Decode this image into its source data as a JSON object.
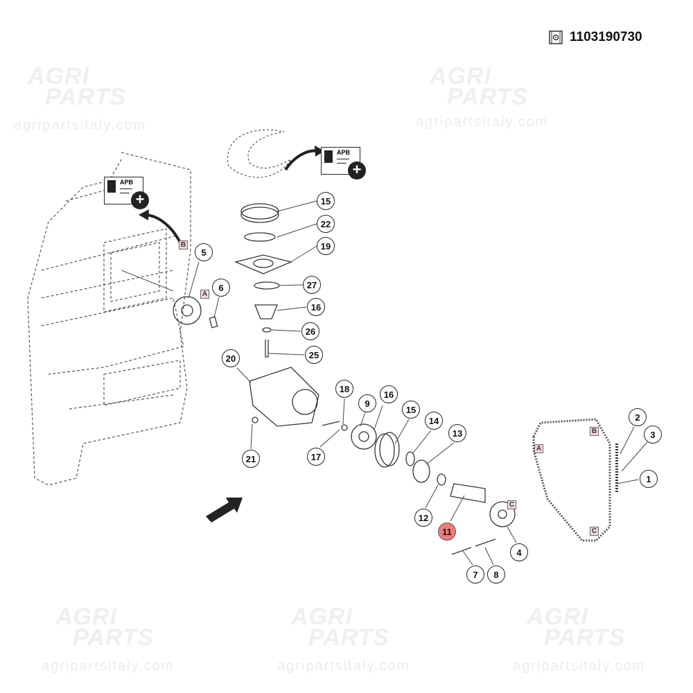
{
  "header": {
    "part_number": "1103190730",
    "part_icon": "drawing-sheet-gear-icon"
  },
  "watermark": {
    "logo_line1": "AGRI",
    "logo_line2": "PARTS",
    "url": "agripartsitaly.com"
  },
  "reference_badge": {
    "label": "APB",
    "icon": "plus-circle-icon"
  },
  "callouts": [
    "15",
    "22",
    "19",
    "27",
    "16",
    "26",
    "25",
    "5",
    "6",
    "20",
    "21",
    "18",
    "9",
    "16",
    "15",
    "14",
    "13",
    "17",
    "12",
    "11",
    "4",
    "7",
    "8",
    "2",
    "3",
    "1"
  ],
  "highlighted_callout": "11",
  "highlight_color": "#f07d7d",
  "connection_tags": [
    "B",
    "A",
    "B",
    "A",
    "C",
    "C"
  ]
}
